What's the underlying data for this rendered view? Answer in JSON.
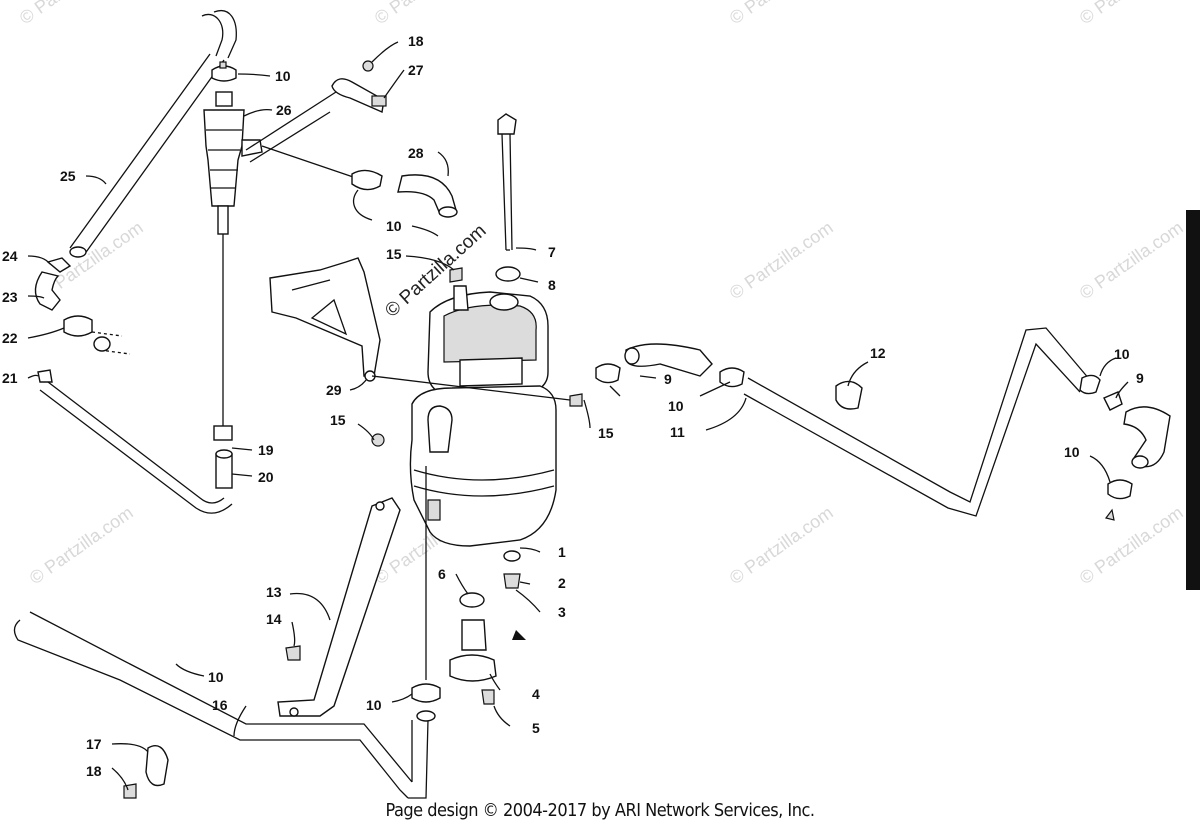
{
  "diagram": {
    "callouts": [
      {
        "id": "c1",
        "label": "1"
      },
      {
        "id": "c2",
        "label": "2"
      },
      {
        "id": "c3",
        "label": "3"
      },
      {
        "id": "c4",
        "label": "4"
      },
      {
        "id": "c5",
        "label": "5"
      },
      {
        "id": "c6",
        "label": "6"
      },
      {
        "id": "c7",
        "label": "7"
      },
      {
        "id": "c8",
        "label": "8"
      },
      {
        "id": "c9a",
        "label": "9"
      },
      {
        "id": "c9b",
        "label": "9"
      },
      {
        "id": "c10a",
        "label": "10"
      },
      {
        "id": "c10b",
        "label": "10"
      },
      {
        "id": "c10c",
        "label": "10"
      },
      {
        "id": "c10d",
        "label": "10"
      },
      {
        "id": "c10e",
        "label": "10"
      },
      {
        "id": "c10f",
        "label": "10"
      },
      {
        "id": "c10g",
        "label": "10"
      },
      {
        "id": "c11",
        "label": "11"
      },
      {
        "id": "c12",
        "label": "12"
      },
      {
        "id": "c13",
        "label": "13"
      },
      {
        "id": "c14",
        "label": "14"
      },
      {
        "id": "c15a",
        "label": "15"
      },
      {
        "id": "c15b",
        "label": "15"
      },
      {
        "id": "c15c",
        "label": "15"
      },
      {
        "id": "c16",
        "label": "16"
      },
      {
        "id": "c17",
        "label": "17"
      },
      {
        "id": "c18a",
        "label": "18"
      },
      {
        "id": "c18b",
        "label": "18"
      },
      {
        "id": "c19",
        "label": "19"
      },
      {
        "id": "c20",
        "label": "20"
      },
      {
        "id": "c21",
        "label": "21"
      },
      {
        "id": "c22",
        "label": "22"
      },
      {
        "id": "c23",
        "label": "23"
      },
      {
        "id": "c24",
        "label": "24"
      },
      {
        "id": "c25",
        "label": "25"
      },
      {
        "id": "c26",
        "label": "26"
      },
      {
        "id": "c27",
        "label": "27"
      },
      {
        "id": "c28",
        "label": "28"
      },
      {
        "id": "c29",
        "label": "29"
      }
    ]
  },
  "watermark": {
    "text": "© Partzilla.com",
    "center_text": "© Partzilla.com"
  },
  "footer": {
    "text": "Page design © 2004-2017 by ARI Network Services, Inc."
  }
}
